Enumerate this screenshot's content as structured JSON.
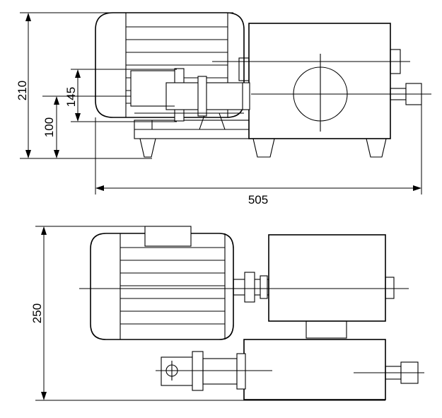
{
  "side_view": {
    "dimensions": {
      "overall_height": "210",
      "foot_to_axis": "100",
      "flange_height": "145",
      "overall_length": "505"
    }
  },
  "top_view": {
    "dimensions": {
      "overall_width": "250"
    }
  }
}
